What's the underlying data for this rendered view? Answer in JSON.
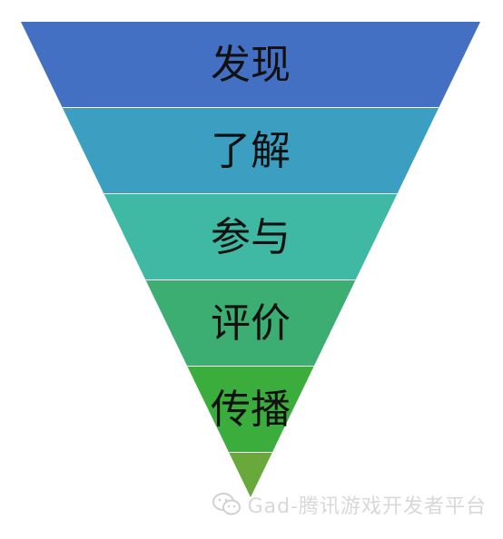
{
  "funnel": {
    "stages": [
      {
        "label": "发现",
        "color": "#4470c4"
      },
      {
        "label": "了解",
        "color": "#3c9fc1"
      },
      {
        "label": "参与",
        "color": "#40b9a4"
      },
      {
        "label": "评价",
        "color": "#3dae72"
      },
      {
        "label": "传播",
        "color": "#3aad3c"
      },
      {
        "label": "",
        "color": "#69a83a"
      }
    ],
    "divider_color": "#ffffff"
  },
  "watermark": {
    "icon": "wechat-icon",
    "text": "Gad-腾讯游戏开发者平台"
  }
}
